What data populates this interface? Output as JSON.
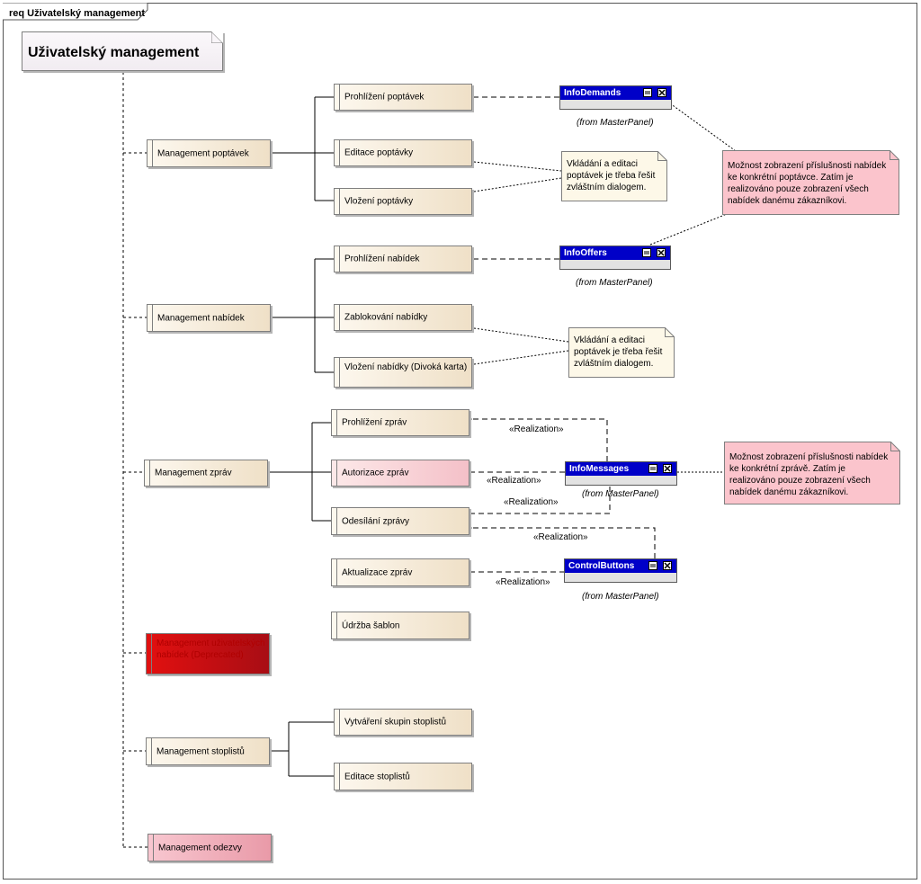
{
  "frame_label": "req Uživatelský management",
  "package_title": "Uživatelský management",
  "requirements": {
    "mgmt_poptavek": "Management poptávek",
    "prohlizeni_poptavek": "Prohlížení poptávek",
    "editace_poptavky": "Editace poptávky",
    "vlozeni_poptavky": "Vložení poptávky",
    "mgmt_nabidek": "Management nabídek",
    "prohlizeni_nabidek": "Prohlížení nabídek",
    "zablokovani_nabidky": "Zablokování nabídky",
    "vlozeni_nabidky": "Vložení nabídky (Divoká karta)",
    "mgmt_zprav": "Management zpráv",
    "prohlizeni_zprav": "Prohlížení zpráv",
    "autorizace_zprav": "Autorizace zpráv",
    "odesilani_zpravy": "Odesílání zprávy",
    "aktualizace_zprav": "Aktualizace zpráv",
    "udrzba_sablon": "Údržba šablon",
    "mgmt_uzivatelskych": "Management uživatelských nabídek (Deprecated)",
    "mgmt_stoplistu": "Management stoplistů",
    "vytvareni_skupin": "Vytváření skupin stoplistů",
    "editace_stoplistu": "Editace stoplistů",
    "mgmt_odezvy": "Management odezvy"
  },
  "components": {
    "info_demands": "InfoDemands",
    "info_offers": "InfoOffers",
    "info_messages": "InfoMessages",
    "control_buttons": "ControlButtons",
    "from_label": "(from MasterPanel)"
  },
  "notes": {
    "note1": "Vkládání a editaci poptávek je třeba řešit zvláštním dialogem.",
    "note2": "Vkládání a editaci poptávek je třeba řešit zvláštním dialogem.",
    "pink_note1": "Možnost zobrazení příslušnosti nabídek ke konkrétní poptávce. Zatím je realizováno pouze zobrazení všech nabídek danému zákazníkovi.",
    "pink_note2": "Možnost zobrazení příslušnosti nabídek ke konkrétní zprávě. Zatím je realizováno pouze zobrazení všech nabídek danému zákazníkovi."
  },
  "stereotype": "«Realization»",
  "colors": {
    "component_header": "#0000c8",
    "requirement_fill": "#efe0c7",
    "pink_note": "#fbc4cc",
    "yellow_note": "#fdf8e8",
    "deprecated": "#d40f12"
  }
}
